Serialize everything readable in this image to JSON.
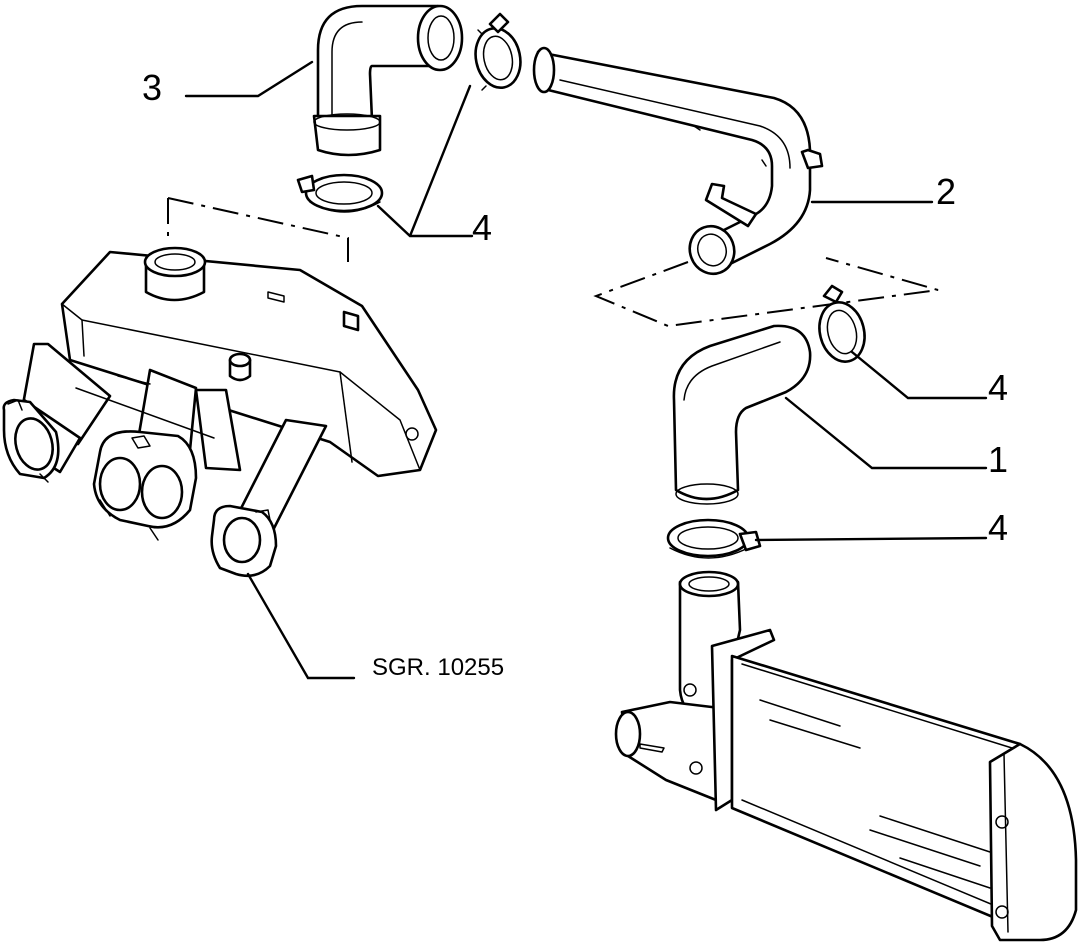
{
  "callouts": {
    "item1": "1",
    "item2": "2",
    "item3": "3",
    "item4_top": "4",
    "item4_right_upper": "4",
    "item4_right_lower": "4"
  },
  "reference_code": "SGR. 10255",
  "colors": {
    "line": "#000000",
    "background": "#ffffff"
  }
}
